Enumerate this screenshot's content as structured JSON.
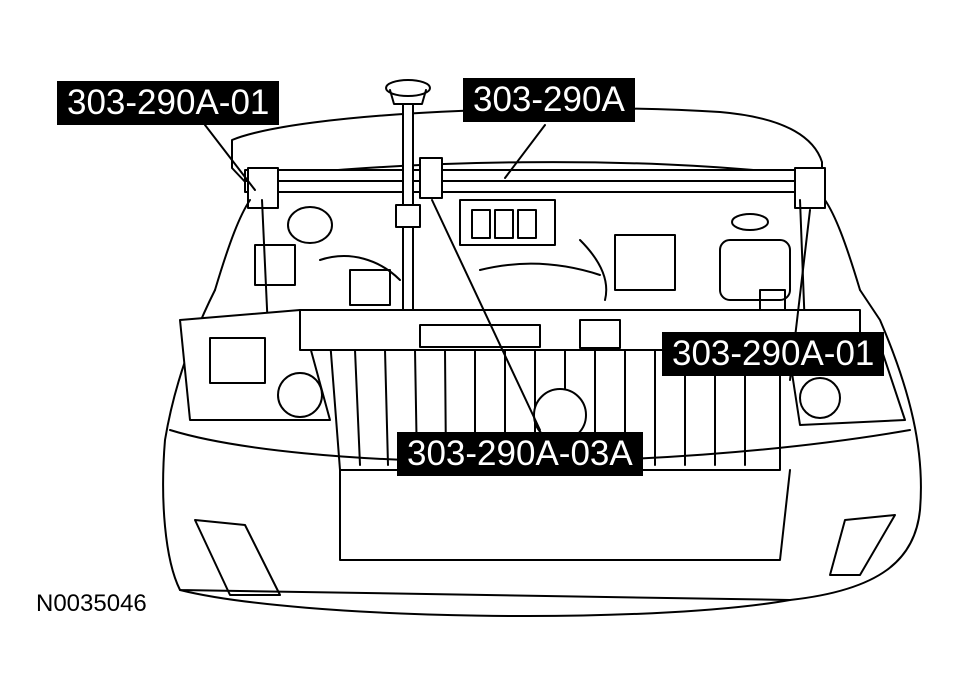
{
  "labels": {
    "top_left": "303-290A-01",
    "top_center": "303-290A",
    "right": "303-290A-01",
    "center": "303-290A-03A"
  },
  "figure_id": "N0035046",
  "colors": {
    "ink": "#000000",
    "paper": "#ffffff",
    "callout_bg": "#000000",
    "callout_text": "#ffffff"
  }
}
